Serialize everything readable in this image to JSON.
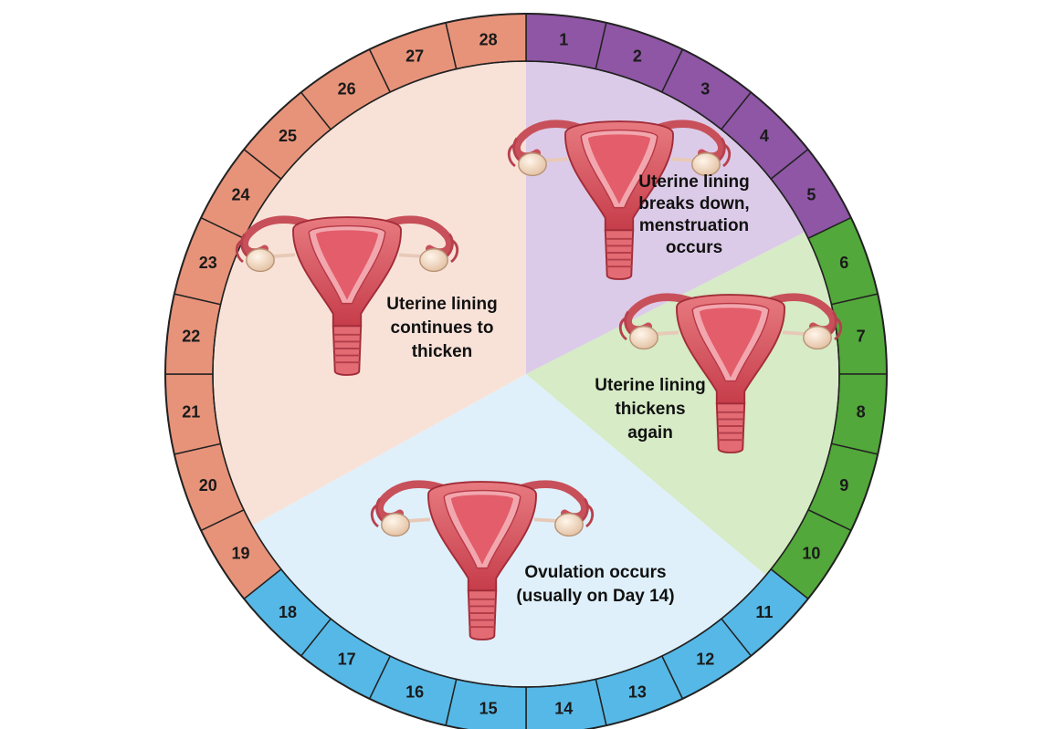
{
  "colors": {
    "menstruation_ring": "#8e56a4",
    "menstruation_fill": "#dccbe8",
    "follicular_ring": "#52a83a",
    "follicular_fill": "#d6ebc6",
    "ovulation_ring": "#56b8e6",
    "ovulation_fill": "#dff0fa",
    "luteal_ring": "#e7937a",
    "luteal_fill": "#f8e2d8",
    "uterus": "#d9545e",
    "ovary": "#f3dcc6",
    "outline": "#222222"
  },
  "cycle_length": 28,
  "days": [
    "1",
    "2",
    "3",
    "4",
    "5",
    "6",
    "7",
    "8",
    "9",
    "10",
    "11",
    "12",
    "13",
    "14",
    "15",
    "16",
    "17",
    "18",
    "19",
    "20",
    "21",
    "22",
    "23",
    "24",
    "25",
    "26",
    "27",
    "28"
  ],
  "phases": [
    {
      "key": "menstruation",
      "days": [
        1,
        5
      ],
      "ring_color": "#8e56a4",
      "fill_color": "#dccbe8",
      "lines": [
        "Uterine lining",
        "breaks down,",
        "menstruation",
        "occurs"
      ]
    },
    {
      "key": "thickens",
      "days": [
        6,
        10
      ],
      "ring_color": "#52a83a",
      "fill_color": "#d6ebc6",
      "lines": [
        "Uterine lining",
        "thickens",
        "again"
      ]
    },
    {
      "key": "ovulation",
      "days": [
        11,
        18
      ],
      "ring_color": "#56b8e6",
      "fill_color": "#dff0fa",
      "lines": [
        "Ovulation occurs",
        "(usually on Day 14)"
      ]
    },
    {
      "key": "luteal",
      "days": [
        19,
        28
      ],
      "ring_color": "#e7937a",
      "fill_color": "#f8e2d8",
      "lines": [
        "Uterine lining",
        "continues to",
        "thicken"
      ]
    }
  ]
}
